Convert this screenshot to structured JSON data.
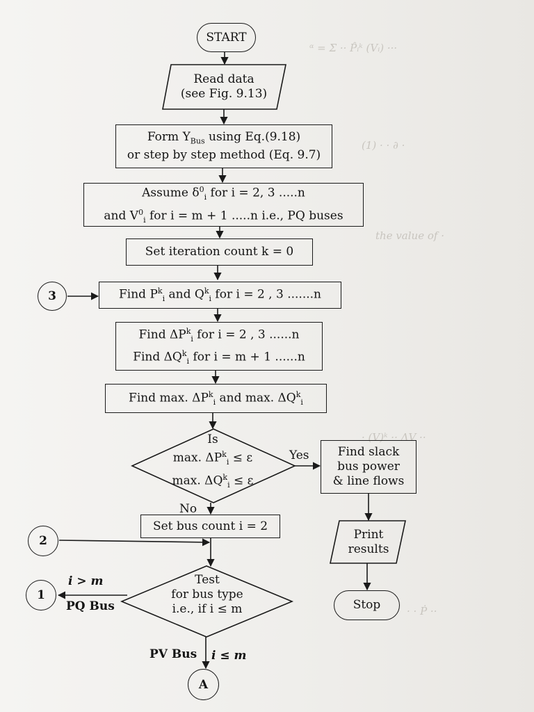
{
  "nodes": {
    "start": "START",
    "read_data": [
      "Read data",
      "(see Fig. 9.13)"
    ],
    "form_ybus": [
      "Form Y",
      "Bus",
      " using Eq.(9.18)",
      "or step by step method (Eq. 9.7)"
    ],
    "assume": [
      "Assume δ",
      "0",
      "i",
      " for i = 2, 3 .....n",
      "and V",
      "0",
      "i",
      " for i = m + 1 .....n  i.e.,  PQ buses"
    ],
    "set_iteration": "Set iteration count  k = 0",
    "find_pq": [
      "Find P",
      "k",
      "i",
      " and Q",
      "k",
      "i",
      "  for i = 2 , 3 .......n"
    ],
    "find_delta": [
      "Find ΔP",
      "k",
      "i",
      "  for i = 2 , 3 ......n",
      "Find  ΔQ",
      "k",
      "i",
      "  for i = m + 1 ......n"
    ],
    "find_max": [
      "Find max.  ΔP",
      "k",
      "i",
      "  and max. ΔQ",
      "k",
      "i"
    ],
    "decision1": [
      "Is",
      "max. ΔP",
      "k",
      "i",
      " ≤ ε",
      "max. ΔQ",
      "k",
      "i",
      " ≤ ε"
    ],
    "slack": [
      "Find slack",
      "bus power",
      "& line flows"
    ],
    "print": [
      "Print",
      "results"
    ],
    "stop": "Stop",
    "set_bus": "Set bus count i = 2",
    "decision2": [
      "Test",
      "for bus type",
      "i.e., if i ≤ m"
    ]
  },
  "connectors": {
    "c3": "3",
    "c2": "2",
    "c1": "1",
    "cA": "A"
  },
  "labels": {
    "yes": "Yes",
    "no": "No",
    "i_gt_m": "i > m",
    "pq_bus": "PQ Bus",
    "pv_bus": "PV Bus",
    "i_le_m": "i ≤ m"
  },
  "colors": {
    "ink": "#1a1a1a",
    "paper": "#f1efec"
  }
}
